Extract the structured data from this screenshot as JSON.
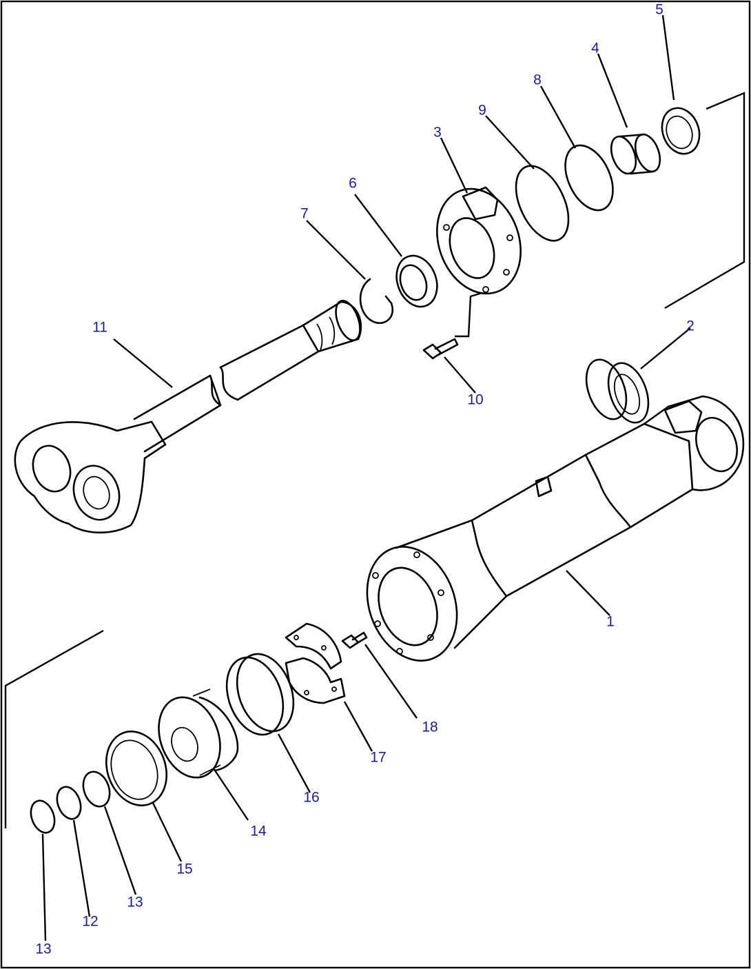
{
  "diagram": {
    "colors": {
      "line": "#000000",
      "callout": "#1a1aa6",
      "background": "#ffffff"
    },
    "callouts": [
      {
        "id": "c1",
        "label": "1",
        "part": "cylinder-tube"
      },
      {
        "id": "c2",
        "label": "2",
        "part": "bushing"
      },
      {
        "id": "c3",
        "label": "3",
        "part": "cylinder-head"
      },
      {
        "id": "c4",
        "label": "4",
        "part": "bushing"
      },
      {
        "id": "c5",
        "label": "5",
        "part": "rod-packing"
      },
      {
        "id": "c6",
        "label": "6",
        "part": "dust-seal"
      },
      {
        "id": "c7",
        "label": "7",
        "part": "snap-ring"
      },
      {
        "id": "c8",
        "label": "8",
        "part": "o-ring"
      },
      {
        "id": "c9",
        "label": "9",
        "part": "backup-ring"
      },
      {
        "id": "c10",
        "label": "10",
        "part": "bolt"
      },
      {
        "id": "c11",
        "label": "11",
        "part": "piston-rod"
      },
      {
        "id": "c12",
        "label": "12",
        "part": "o-ring"
      },
      {
        "id": "c13a",
        "label": "13",
        "part": "backup-ring"
      },
      {
        "id": "c13b",
        "label": "13",
        "part": "backup-ring"
      },
      {
        "id": "c14",
        "label": "14",
        "part": "piston"
      },
      {
        "id": "c15",
        "label": "15",
        "part": "piston-ring"
      },
      {
        "id": "c16",
        "label": "16",
        "part": "wear-ring"
      },
      {
        "id": "c17",
        "label": "17",
        "part": "retainer"
      },
      {
        "id": "c18",
        "label": "18",
        "part": "bolt"
      }
    ]
  }
}
